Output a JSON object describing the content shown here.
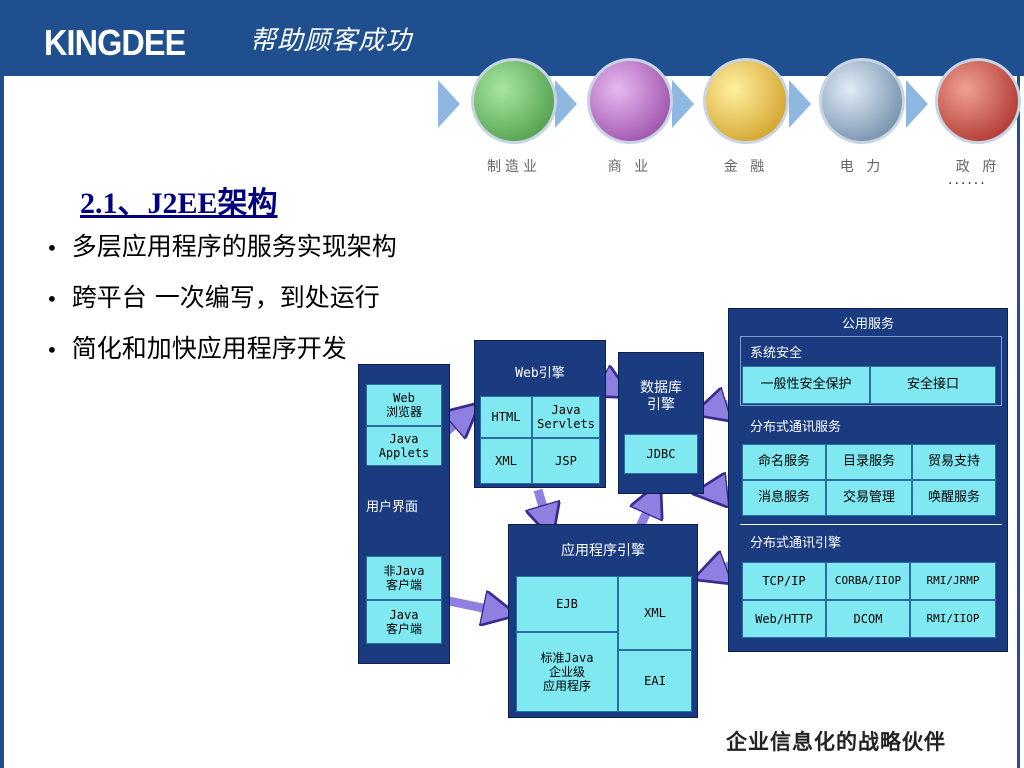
{
  "header": {
    "logo": "KINGDEE",
    "slogan": "帮助顾客成功",
    "industries": [
      {
        "label": "制造业",
        "color": "#4caf50"
      },
      {
        "label": "商 业",
        "color": "#b04ac0"
      },
      {
        "label": "金 融",
        "color": "#e8b020"
      },
      {
        "label": "电 力",
        "color": "#6d8fb0"
      },
      {
        "label": "政 府",
        "color": "#c0302a"
      }
    ],
    "dots": "......"
  },
  "slide": {
    "title": "2.1、J2EE架构",
    "bullets": [
      "多层应用程序的服务实现架构",
      "跨平台  一次编写，到处运行",
      "简化和加快应用程序开发"
    ]
  },
  "diagram": {
    "client": {
      "browser": "Web\n浏览器",
      "applets": "Java\nApplets",
      "ui_label": "用户界面",
      "nonjava": "非Java\n客户端",
      "javaclient": "Java\n客户端"
    },
    "web_engine": {
      "title": "Web引擎",
      "html": "HTML",
      "servlets": "Java\nServlets",
      "xml": "XML",
      "jsp": "JSP"
    },
    "db_engine": {
      "title": "数据库\n引擎",
      "jdbc": "JDBC"
    },
    "app_engine": {
      "title": "应用程序引擎",
      "ejb": "EJB",
      "xml": "XML",
      "std": "标准Java\n企业级\n应用程序",
      "eai": "EAI"
    },
    "services": {
      "title": "公用服务",
      "security": "系统安全",
      "general_security": "一般性安全保护",
      "security_interface": "安全接口",
      "comm_services": "分布式通讯服务",
      "naming": "命名服务",
      "directory": "目录服务",
      "trade": "贸易支持",
      "message": "消息服务",
      "transaction": "交易管理",
      "wakeup": "唤醒服务",
      "comm_engine": "分布式通讯引擎",
      "tcpip": "TCP/IP",
      "corba": "CORBA/IIOP",
      "rmijrmp": "RMI/JRMP",
      "webhttp": "Web/HTTP",
      "dcom": "DCOM",
      "rmiiiop": "RMI/IIOP"
    }
  },
  "footer": "企业信息化的战略伙伴",
  "colors": {
    "brand": "#1f4f8f",
    "panel": "#1a3b7f",
    "cell": "#7fe8f0",
    "arrow": "#8f7fe0"
  }
}
